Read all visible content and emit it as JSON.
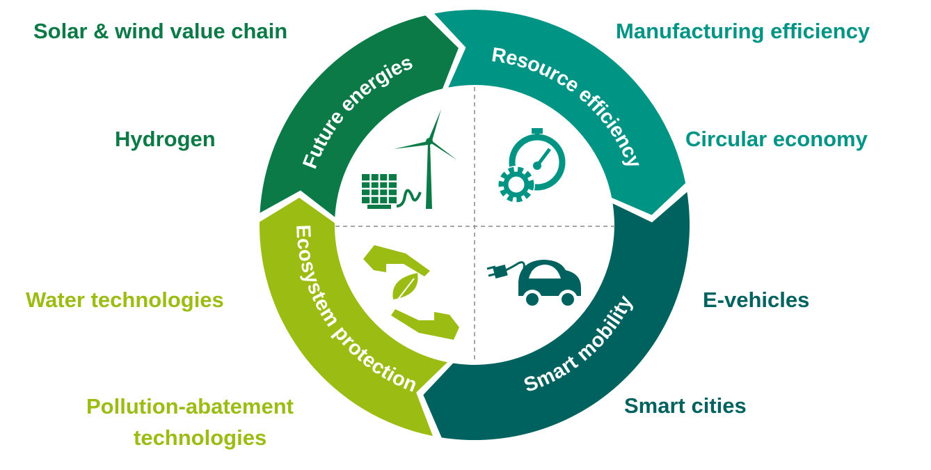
{
  "colors": {
    "future": "#0b7a46",
    "resource": "#009485",
    "mobility": "#00625e",
    "ecosystem": "#9bbd13"
  },
  "segments": {
    "future": {
      "title": "Future energies",
      "icon": "wind-solar-icon"
    },
    "resource": {
      "title": "Resource efficiency",
      "icon": "stopwatch-gear-icon"
    },
    "mobility": {
      "title": "Smart mobility",
      "icon": "electric-car-icon"
    },
    "ecosystem": {
      "title": "Ecosystem  protection",
      "icon": "hands-leaf-icon"
    }
  },
  "labels": {
    "solar_wind": "Solar & wind value chain",
    "hydrogen": "Hydrogen",
    "manufacturing": "Manufacturing efficiency",
    "circular": "Circular economy",
    "water": "Water technologies",
    "pollution_1": "Pollution-abatement",
    "pollution_2": "technologies",
    "evehicles": "E-vehicles",
    "smart_cities": "Smart cities"
  }
}
